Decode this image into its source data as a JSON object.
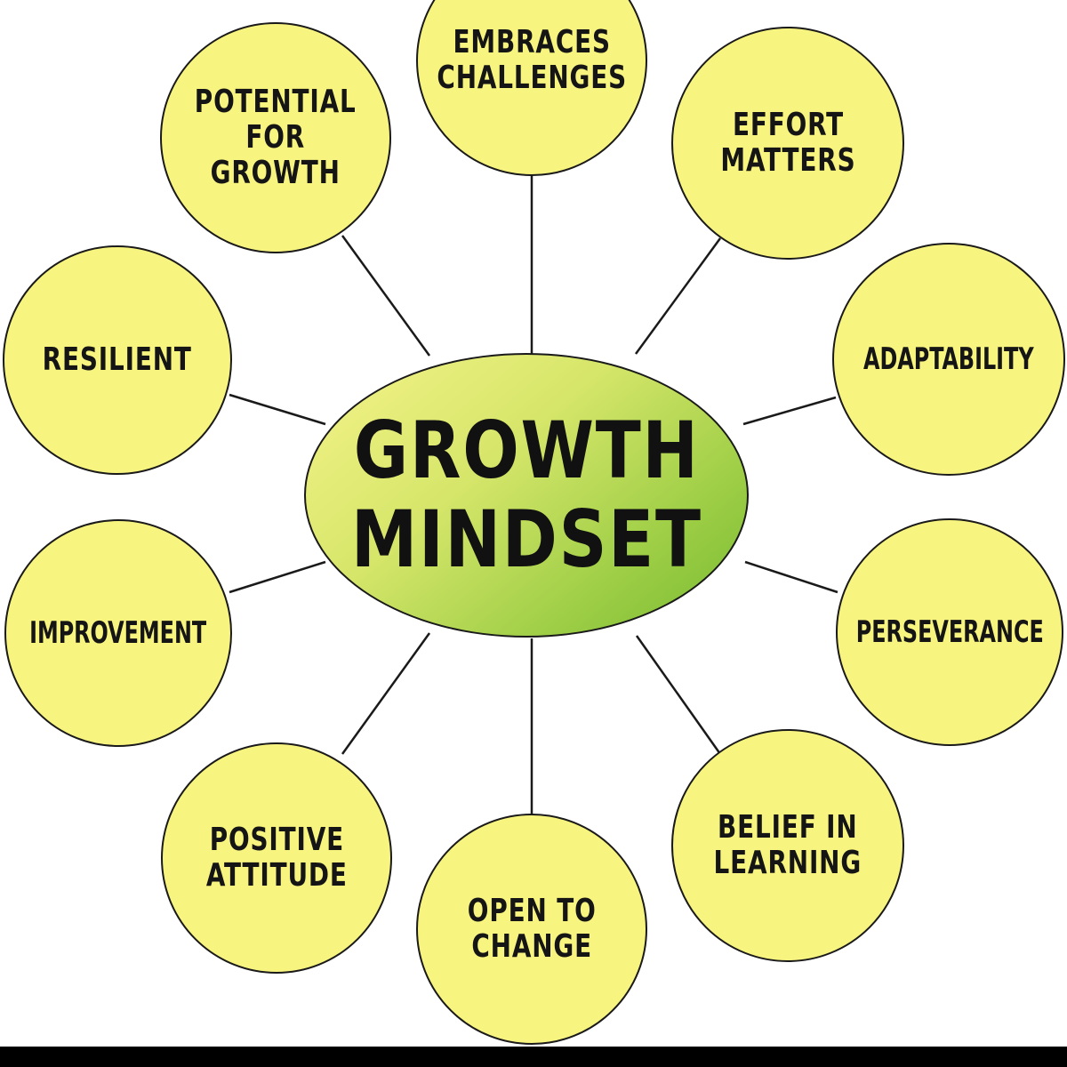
{
  "center": {
    "title": "GROWTH\nMINDSET"
  },
  "bubbles": [
    {
      "id": "embraces-challenges",
      "label": "EMBRACES\nCHALLENGES"
    },
    {
      "id": "effort-matters",
      "label": "EFFORT\nMATTERS"
    },
    {
      "id": "adaptability",
      "label": "ADAPTABILITY"
    },
    {
      "id": "perseverance",
      "label": "PERSEVERANCE"
    },
    {
      "id": "belief-in-learning",
      "label": "BELIEF IN\nLEARNING"
    },
    {
      "id": "open-to-change",
      "label": "OPEN TO\nCHANGE"
    },
    {
      "id": "positive-attitude",
      "label": "POSITIVE\nATTITUDE"
    },
    {
      "id": "improvement",
      "label": "IMPROVEMENT"
    },
    {
      "id": "resilient",
      "label": "RESILIENT"
    },
    {
      "id": "potential-for-growth",
      "label": "POTENTIAL\nFOR\nGROWTH"
    }
  ],
  "colors": {
    "bubble_fill": "#f8f480",
    "outline": "#1a1a1a",
    "center_gradient_start": "#f6f38a",
    "center_gradient_end": "#76bb30"
  }
}
